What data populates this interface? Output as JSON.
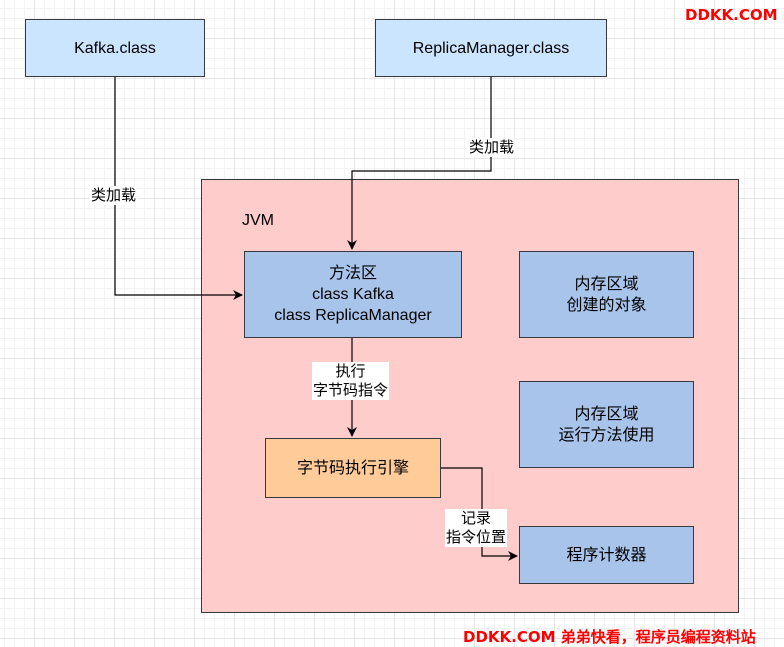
{
  "watermark_top": "DDKK.COM",
  "watermark_bottom": "DDKK.COM 弟弟快看，程序员编程资料站",
  "nodes": {
    "kafka_class": "Kafka.class",
    "replica_class": "ReplicaManager.class",
    "jvm": "JVM",
    "method_area": "方法区\nclass Kafka\nclass ReplicaManager",
    "memory_objects": "内存区域\n创建的对象",
    "memory_methods": "内存区域\n运行方法使用",
    "bytecode_engine": "字节码执行引擎",
    "program_counter": "程序计数器"
  },
  "edges": {
    "load_left": "类加载",
    "load_right": "类加载",
    "execute": "执行\n字节码指令",
    "record": "记录\n指令位置"
  },
  "colors": {
    "light_blue": "#cce5ff",
    "blue": "#a9c4eb",
    "orange": "#ffcc99",
    "jvm_fill": "#ffcccc",
    "watermark": "#ff0000"
  }
}
